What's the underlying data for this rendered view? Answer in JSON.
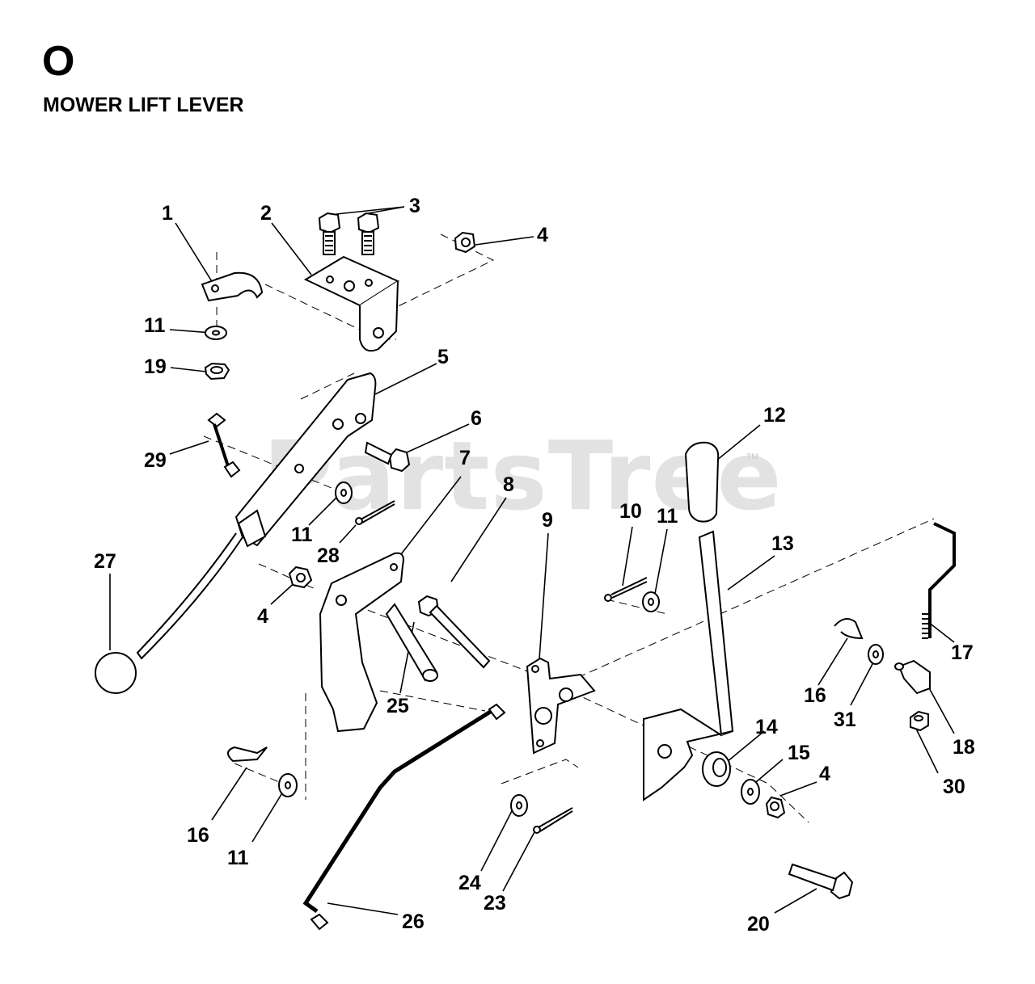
{
  "header": {
    "section_letter": "O",
    "title": "MOWER LIFT LEVER"
  },
  "watermark": {
    "text": "PartsTree",
    "trademark": "™"
  },
  "callouts": [
    {
      "id": "c1",
      "label": "1"
    },
    {
      "id": "c2",
      "label": "2"
    },
    {
      "id": "c3",
      "label": "3"
    },
    {
      "id": "c4a",
      "label": "4"
    },
    {
      "id": "c11a",
      "label": "11"
    },
    {
      "id": "c19",
      "label": "19"
    },
    {
      "id": "c5",
      "label": "5"
    },
    {
      "id": "c6",
      "label": "6"
    },
    {
      "id": "c29",
      "label": "29"
    },
    {
      "id": "c12",
      "label": "12"
    },
    {
      "id": "c7",
      "label": "7"
    },
    {
      "id": "c8",
      "label": "8"
    },
    {
      "id": "c11b",
      "label": "11"
    },
    {
      "id": "c28",
      "label": "28"
    },
    {
      "id": "c27",
      "label": "27"
    },
    {
      "id": "c4b",
      "label": "4"
    },
    {
      "id": "c9",
      "label": "9"
    },
    {
      "id": "c10",
      "label": "10"
    },
    {
      "id": "c11c",
      "label": "11"
    },
    {
      "id": "c13",
      "label": "13"
    },
    {
      "id": "c17",
      "label": "17"
    },
    {
      "id": "c25",
      "label": "25"
    },
    {
      "id": "c16a",
      "label": "16"
    },
    {
      "id": "c31",
      "label": "31"
    },
    {
      "id": "c18",
      "label": "18"
    },
    {
      "id": "c14",
      "label": "14"
    },
    {
      "id": "c15",
      "label": "15"
    },
    {
      "id": "c4c",
      "label": "4"
    },
    {
      "id": "c30",
      "label": "30"
    },
    {
      "id": "c16b",
      "label": "16"
    },
    {
      "id": "c11d",
      "label": "11"
    },
    {
      "id": "c24",
      "label": "24"
    },
    {
      "id": "c23",
      "label": "23"
    },
    {
      "id": "c26",
      "label": "26"
    },
    {
      "id": "c20",
      "label": "20"
    }
  ]
}
